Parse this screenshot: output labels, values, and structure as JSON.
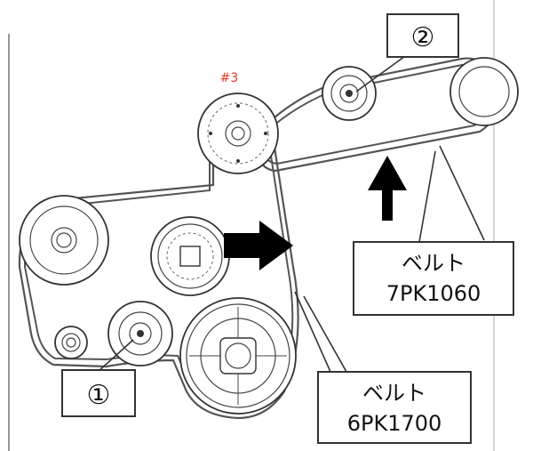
{
  "labels": {
    "pulley_3": "#3",
    "callout_1": "①",
    "callout_2": "②",
    "belt_upper_line1": "ベルト",
    "belt_upper_line2": "7PK1060",
    "belt_lower_line1": "ベルト",
    "belt_lower_line2": "6PK1700"
  },
  "colors": {
    "label_red": "#e03a2a",
    "line": "#333333",
    "arrow": "#000000"
  }
}
